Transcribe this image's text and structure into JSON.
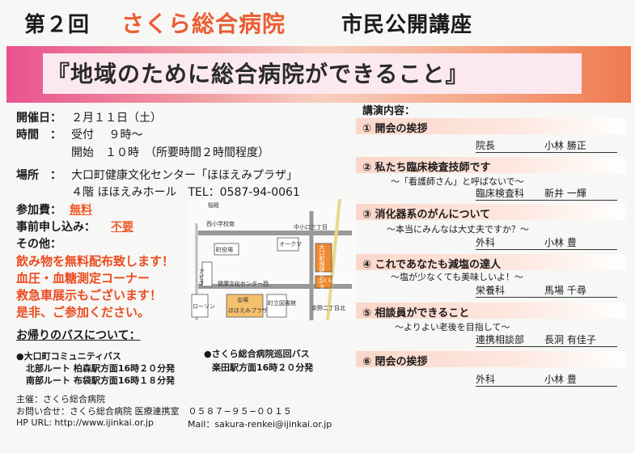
{
  "header": {
    "edition": "第２回",
    "hospital": "さくら総合病院",
    "series": "市民公開講座"
  },
  "banner": {
    "title": "『地域のために総合病院ができること』"
  },
  "info": {
    "date_label": "開催日：",
    "date_value": "２月１１日（土）",
    "time_label": "時間　：",
    "time_reception": "受付　 ９時〜",
    "time_start": "開始　１０時　（所要時間２時間程度）",
    "venue_label": "場所　：",
    "venue_name": "大口町健康文化センター「ほほえみプラザ」",
    "venue_hall": "４階 ほほえみホール　TEL：0587-94-0061",
    "fee_label": "参加費：",
    "fee_value": "無料",
    "prereg_label": "事前申し込み：",
    "prereg_value": "不要",
    "other_label": "その他：",
    "other_lines": [
      "飲み物を無料配布致します！",
      "血圧・血糖測定コーナー",
      "救急車展示もございます！",
      "是非、ご参加ください。"
    ]
  },
  "bus": {
    "heading": "お帰りのバスについて：",
    "left_title": "●大口町コミュニティバス",
    "left_lines": [
      "北部ルート 柏森駅方面16時２０分発",
      "南部ルート 布袋駅方面16時１８分発"
    ],
    "right_title": "●さくら総合病院巡回バス",
    "right_lines": [
      "楽田駅方面16時２０分発"
    ]
  },
  "map": {
    "labels": [
      "西小学校南",
      "中小口三丁目",
      "町役場",
      "オークマ",
      "アピタ",
      "健康文化センター西",
      "さくら総合病院",
      "大口町保健センター",
      "ローソン",
      "会場",
      "ほほえみプラザ",
      "町立図書館",
      "さくら総合病院",
      "余野二丁目北",
      "桜殿"
    ]
  },
  "program": {
    "heading": "講演内容：",
    "items": [
      {
        "title": "① 開会の挨拶",
        "sub": "",
        "role": "院長",
        "name": "小林 勝正"
      },
      {
        "title": "② 私たち臨床検査技師です",
        "sub": "〜「看護師さん」と呼ばないで〜",
        "role": "臨床検査科",
        "name": "新井 一輝"
      },
      {
        "title": "③ 消化器系のがんについて",
        "sub": "〜本当にみんなは大丈夫ですか？〜",
        "role": "外科",
        "name": "小林 豊"
      },
      {
        "title": "④ これであなたも減塩の達人",
        "sub": "〜塩が少なくても美味しいよ！〜",
        "role": "栄養科",
        "name": "馬場 千尋"
      },
      {
        "title": "⑤ 相談員ができること",
        "sub": "〜よりよい老後を目指して〜",
        "role": "連携相談部",
        "name": "長洞 有佳子"
      },
      {
        "title": "⑥ 閉会の挨拶",
        "sub": "",
        "role": "外科",
        "name": "小林 豊"
      }
    ]
  },
  "footer": {
    "organizer": "主催：さくら総合病院",
    "contact": "お問い合せ：さくら総合病院 医療連携室　０５８７−９５−００１５",
    "url_label": "HP URL: http://www.ijinkai.or.jp",
    "mail_label": "Mail：sakura-renkei@ijinkai.or.jp"
  },
  "colors": {
    "accent": "#ea5d33",
    "pink": "#e95390"
  }
}
